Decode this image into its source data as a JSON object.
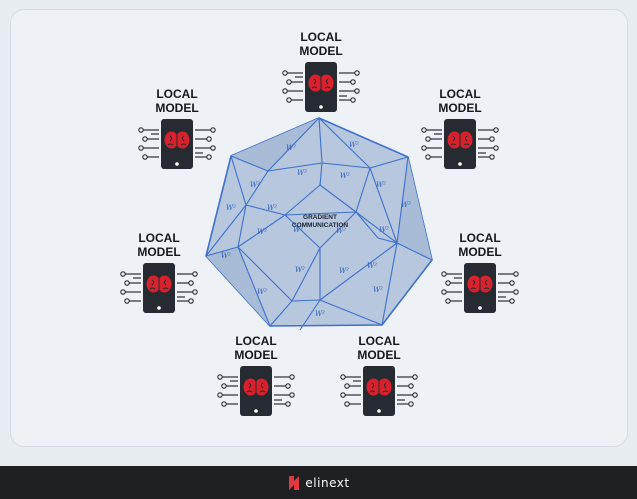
{
  "diagram": {
    "center_label_line1": "GRADIENT",
    "center_label_line2": "COMMUNICATION",
    "weight_label": "W²",
    "node_label_line1": "LOCAL",
    "node_label_line2": "MODEL",
    "node_count": 7
  },
  "footer": {
    "brand": "elinext"
  },
  "colors": {
    "polygon_fill": "#b7c7de",
    "polygon_stroke": "#3e70cc",
    "phone_body": "#262a31",
    "brain": "#d8212c",
    "background": "#e8edf2"
  },
  "icons": [
    "smartphone-brain-icon",
    "circuit-lines-icon",
    "elinext-logo-icon"
  ]
}
